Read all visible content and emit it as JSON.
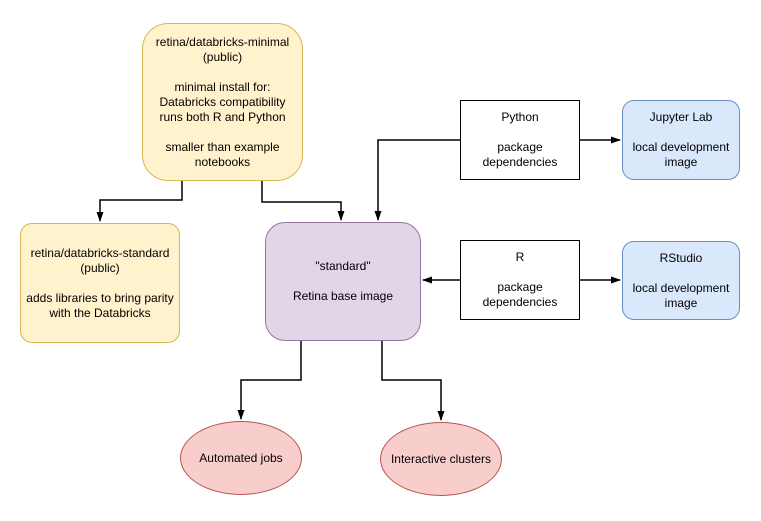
{
  "diagram": {
    "nodes": {
      "minimal": {
        "text": "retina/databricks-minimal\n(public)\n\nminimal install for:\nDatabricks compatibility\nruns both R and Python\n\nsmaller than example\nnotebooks"
      },
      "standard_public": {
        "text": "retina/databricks-standard\n(public)\n\nadds libraries to bring parity\nwith the Databricks"
      },
      "base": {
        "text": "\"standard\"\n\nRetina base image"
      },
      "python_deps": {
        "text": "Python\n\npackage\ndependencies"
      },
      "r_deps": {
        "text": "R\n\npackage\ndependencies"
      },
      "jupyter": {
        "text": "Jupyter Lab\n\nlocal development\nimage"
      },
      "rstudio": {
        "text": "RStudio\n\nlocal development\nimage"
      },
      "automated_jobs": {
        "text": "Automated jobs"
      },
      "interactive_clusters": {
        "text": "Interactive clusters"
      }
    },
    "colors": {
      "yellow_fill": "#FFF2CC",
      "yellow_stroke": "#D6B656",
      "purple_fill": "#E1D5E7",
      "purple_stroke": "#9673A6",
      "blue_fill": "#DAE8FC",
      "blue_stroke": "#6C8EBF",
      "red_fill": "#F8CECC",
      "red_stroke": "#B85450",
      "plain_fill": "#FFFFFF",
      "plain_stroke": "#000000",
      "connector": "#000000",
      "background": "#FFFFFF"
    }
  }
}
